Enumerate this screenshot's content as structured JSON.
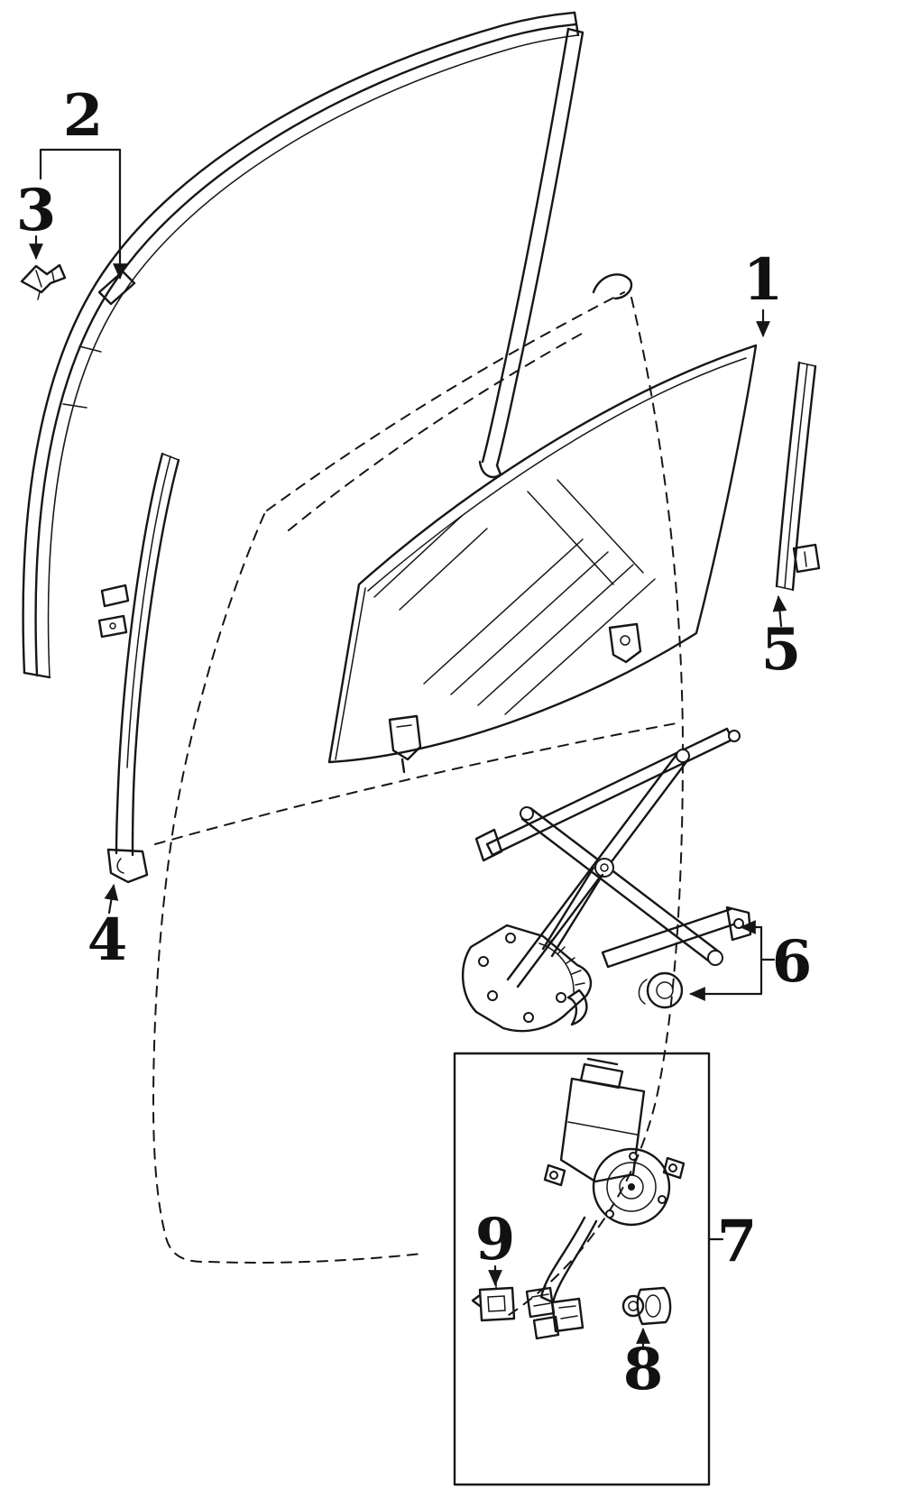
{
  "figure": {
    "background": "#ffffff",
    "line_color": "#161616",
    "type": "exploded-parts-diagram",
    "subject": "front-door-glass-and-window-regulator"
  },
  "callouts": [
    {
      "label": "1"
    },
    {
      "label": "2"
    },
    {
      "label": "3"
    },
    {
      "label": "4"
    },
    {
      "label": "5"
    },
    {
      "label": "6"
    },
    {
      "label": "7"
    },
    {
      "label": "8"
    },
    {
      "label": "9"
    }
  ]
}
